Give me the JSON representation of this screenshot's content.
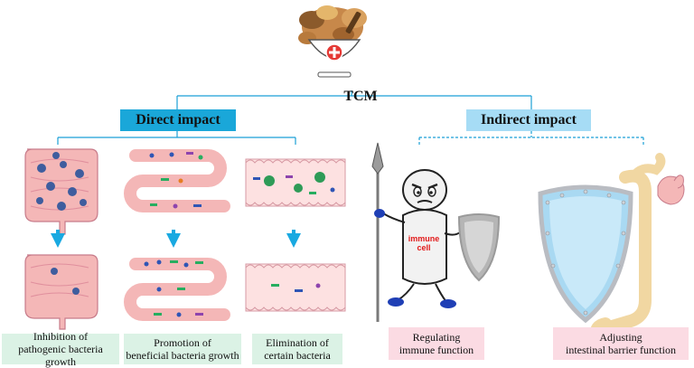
{
  "title": "TCM",
  "direct_impact": {
    "label": "Direct impact",
    "items": [
      {
        "caption": "Inhibition of\npathogenic bacteria growth"
      },
      {
        "caption": "Promotion of\nbeneficial bacteria growth"
      },
      {
        "caption": "Elimination of\ncertain bacteria"
      }
    ]
  },
  "indirect_impact": {
    "label": "Indirect impact",
    "items": [
      {
        "caption": "Regulating\nimmune function"
      },
      {
        "caption": "Adjusting\nintestinal barrier function"
      }
    ]
  },
  "immune_cell_label": "immune\ncell",
  "colors": {
    "direct_box": "#1aa7d9",
    "indirect_box": "#a6dcf5",
    "connector": "#1a9fd6",
    "arrow": "#19a9e1",
    "green_caption": "#dbf2e5",
    "pink_caption": "#fbdbe3",
    "intestine": "#f4b7b7",
    "shield": "#a9d9f2"
  },
  "icons": [
    "herb-bowl-icon",
    "intestine-icon",
    "arrow-down-icon",
    "immune-cell-icon",
    "spear-icon",
    "shield-icon",
    "muscle-arm-icon"
  ]
}
